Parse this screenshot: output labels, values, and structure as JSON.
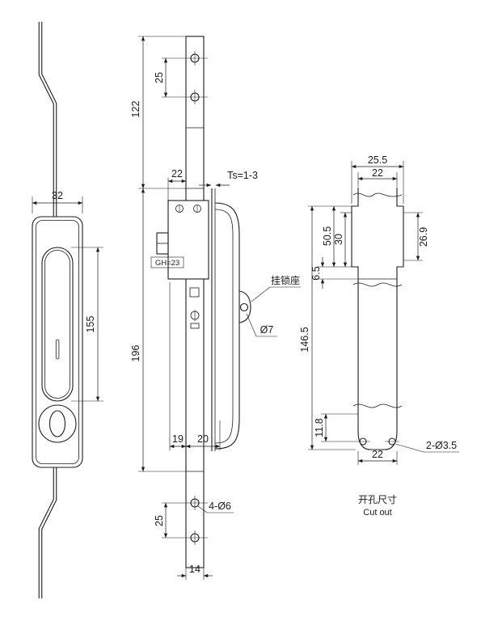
{
  "drawing": {
    "front_view": {
      "dim_width": "32",
      "dim_handle_height": "155"
    },
    "side_view": {
      "dim_top_hole_pitch": "25",
      "dim_top_section": "122",
      "dim_body_depth": "22",
      "panel_thickness_label": "Ts=1-3",
      "grip_label": "GH=23",
      "dim_body_section": "196",
      "dim_offset_left": "19",
      "dim_offset_right": "20",
      "dim_bottom_hole_pitch": "25",
      "holes_label": "4-Ø6",
      "dim_bar_width": "14",
      "padlock_seat_label": "挂锁座",
      "padlock_hole_label": "Ø7"
    },
    "cutout_view": {
      "dim_top_width": "25.5",
      "dim_slot_width_top": "22",
      "dim_block_height": "50.5",
      "dim_inner_height": "30",
      "dim_right_height": "26.9",
      "dim_step": "6.5",
      "dim_total_height": "146.5",
      "dim_bottom_corner": "11.8",
      "dim_slot_width_bottom": "22",
      "corner_holes_label": "2-Ø3.5",
      "caption_cn": "开孔尺寸",
      "caption_en": "Cut out"
    }
  }
}
